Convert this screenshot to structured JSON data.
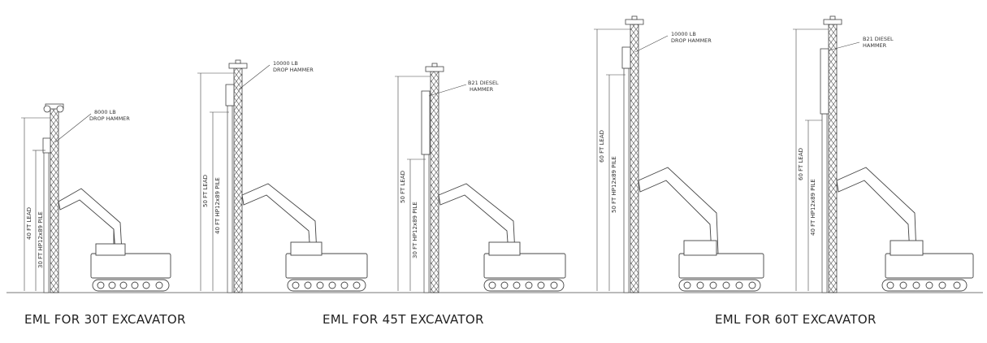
{
  "captions": {
    "c30": "EML FOR 30T EXCAVATOR",
    "c45": "EML FOR 45T EXCAVATOR",
    "c60": "EML FOR 60T EXCAVATOR"
  },
  "rigs": [
    {
      "hammer": [
        "8000 LB",
        "DROP HAMMER"
      ],
      "lead": "40 FT LEAD",
      "pile": "30 FT HP12x89 PILE"
    },
    {
      "hammer": [
        "10000 LB",
        "DROP HAMMER"
      ],
      "lead": "50 FT LEAD",
      "pile": "40 FT HP12x89 PILE"
    },
    {
      "hammer": [
        "B21 DIESEL",
        "HAMMER"
      ],
      "lead": "50 FT LEAD",
      "pile": "30 FT HP12x89 PILE"
    },
    {
      "hammer": [
        "10000 LB",
        "DROP HAMMER"
      ],
      "lead": "60 FT LEAD",
      "pile": "50 FT HP12x89 PILE"
    },
    {
      "hammer": [
        "B21 DIESEL",
        "HAMMER"
      ],
      "lead": "60 FT LEAD",
      "pile": "40 FT HP12x89 PILE"
    }
  ]
}
